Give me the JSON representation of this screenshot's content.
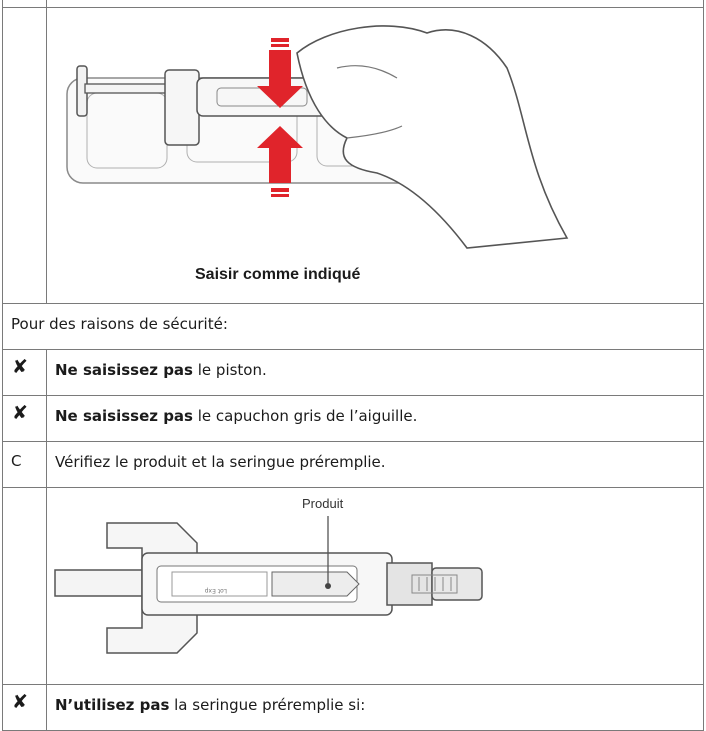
{
  "figure1": {
    "caption": "Saisir comme indiqué"
  },
  "row_safety": {
    "text": "Pour des raisons de sécurité:"
  },
  "row_plunger": {
    "mark": "✘",
    "bold": "Ne saisissez pas",
    "rest": " le piston."
  },
  "row_cap": {
    "mark": "✘",
    "bold": "Ne saisissez pas",
    "rest": " le capuchon gris de l’aiguille."
  },
  "row_check": {
    "letter": "C",
    "text": "Vérifiez le produit et la seringue préremplie."
  },
  "figure2": {
    "label": "Produit"
  },
  "row_dont_use": {
    "mark": "✘",
    "bold": "N’utilisez pas",
    "rest": " la seringue préremplie si:"
  },
  "colors": {
    "arrow_red": "#e0242b",
    "border": "#7a7a7a",
    "line": "#555555"
  }
}
